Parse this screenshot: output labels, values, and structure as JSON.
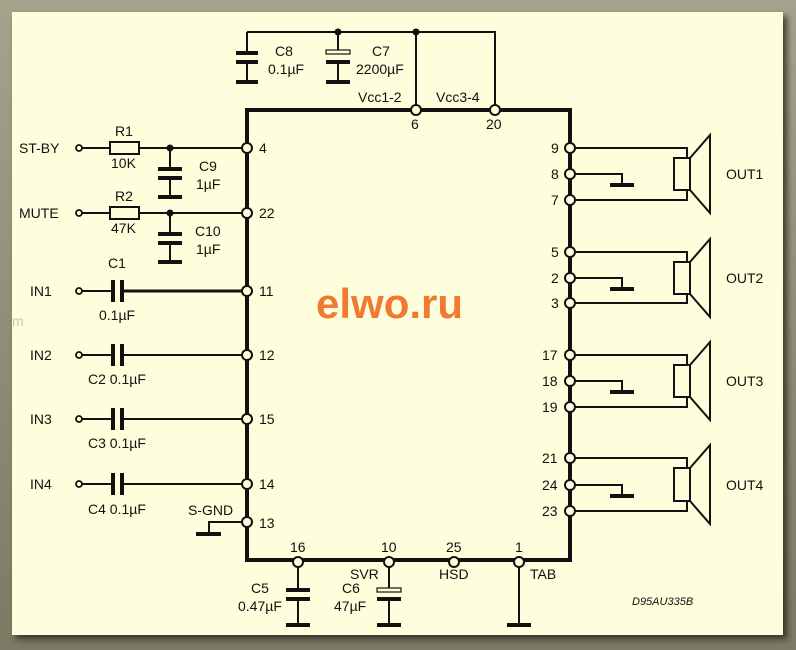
{
  "watermark": "elwo.ru",
  "drawing_code": "D95AU335B",
  "edge_artifact": "m",
  "inputs": {
    "stby": "ST-BY",
    "mute": "MUTE",
    "in1": "IN1",
    "in2": "IN2",
    "in3": "IN3",
    "in4": "IN4"
  },
  "components": {
    "r1": {
      "name": "R1",
      "value": "10K"
    },
    "r2": {
      "name": "R2",
      "value": "47K"
    },
    "c1": {
      "name": "C1",
      "value": "0.1µF"
    },
    "c2": {
      "label": "C2 0.1µF"
    },
    "c3": {
      "label": "C3 0.1µF"
    },
    "c4": {
      "label": "C4 0.1µF"
    },
    "c5": {
      "name": "C5",
      "value": "0.47µF"
    },
    "c6": {
      "name": "C6",
      "value": "47µF"
    },
    "c7": {
      "name": "C7",
      "value": "2200µF"
    },
    "c8": {
      "name": "C8",
      "value": "0.1µF"
    },
    "c9": {
      "name": "C9",
      "value": "1µF"
    },
    "c10": {
      "name": "C10",
      "value": "1µF"
    }
  },
  "supply": {
    "vcc12": "Vcc1-2",
    "vcc34": "Vcc3-4"
  },
  "signals": {
    "sgnd": "S-GND",
    "svr": "SVR",
    "hsd": "HSD",
    "tab": "TAB"
  },
  "pins": {
    "left": [
      "4",
      "22",
      "11",
      "12",
      "15",
      "14",
      "13"
    ],
    "top": [
      "6",
      "20"
    ],
    "bottom": [
      "16",
      "10",
      "25",
      "1"
    ],
    "right": [
      "9",
      "8",
      "7",
      "5",
      "2",
      "3",
      "17",
      "18",
      "19",
      "21",
      "24",
      "23"
    ]
  },
  "outputs": [
    "OUT1",
    "OUT2",
    "OUT3",
    "OUT4"
  ]
}
